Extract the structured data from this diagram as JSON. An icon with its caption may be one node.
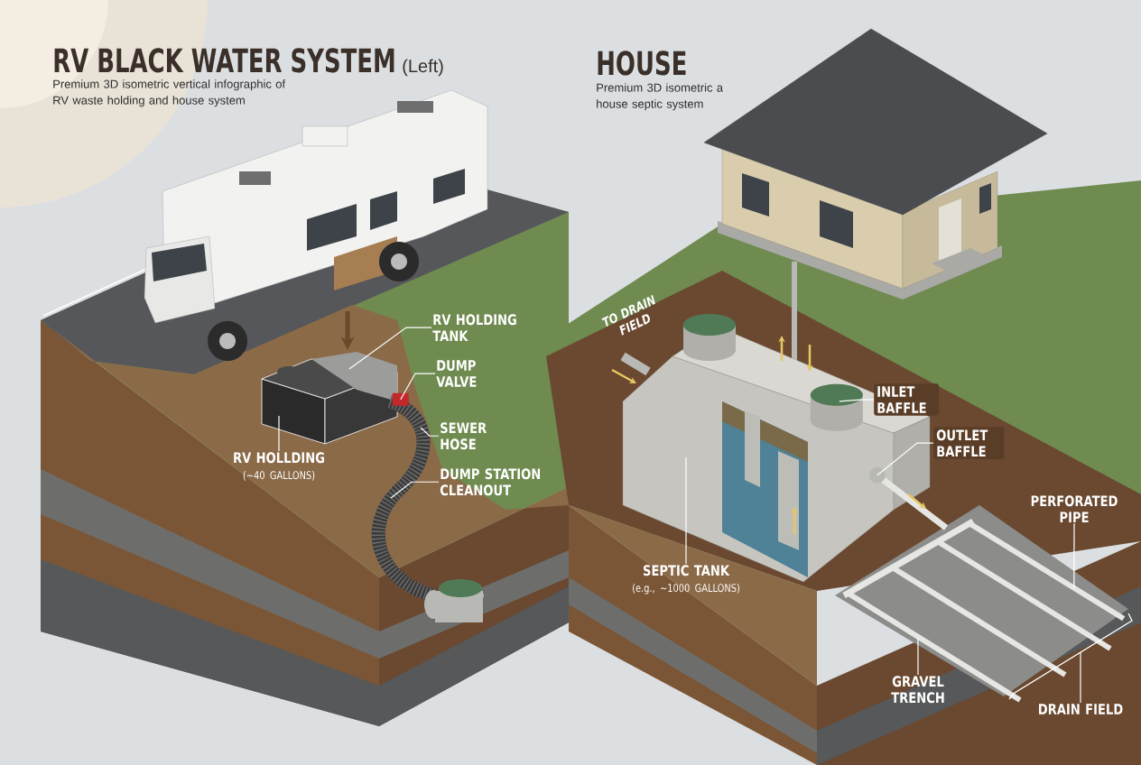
{
  "diagram": {
    "title": "RV BLACK WATER SYSTEM",
    "nodes": [
      {
        "text": [
          "RV HOLDING TANK"
        ]
      },
      {
        "text": [
          "DUMP VALVE"
        ]
      },
      {
        "text": [
          "SEWER HOSE"
        ]
      },
      {
        "text": [
          "DUMP STATION CLEANOUT"
        ]
      },
      {
        "text": [
          "RV HOLLDING",
          "(~40 GALLONS)"
        ]
      },
      {
        "text": [
          "INLET BAFFLE"
        ]
      },
      {
        "text": [
          "OUTLET BAFFLE"
        ]
      },
      {
        "text": [
          "SEPTIC TANK",
          "(e.g., ~1000 GALLONS)"
        ]
      },
      {
        "text": [
          "PERFORATED PIPE"
        ]
      },
      {
        "text": [
          "GRAVEL TRENCH"
        ]
      },
      {
        "text": [
          "DRAIN FIELD"
        ]
      },
      {
        "text": [],
        "shape": "box"
      },
      {
        "text": [],
        "shape": "picture"
      },
      {
        "text": [],
        "shape": "box",
        "in": 12
      },
      {
        "text": [],
        "shape": "picture"
      },
      {
        "text": [],
        "shape": "circle",
        "in": 14
      },
      {
        "text": [],
        "shape": "circle",
        "in": 14
      },
      {
        "text": [],
        "shape": "picture"
      },
      {
        "text": [],
        "shape": "bar",
        "in": 17
      },
      {
        "text": [],
        "shape": "bracket"
      }
    ],
    "edges": [
      {
        "from": 0,
        "to": 11,
        "arrow": "none"
      },
      {
        "from": 1,
        "to": 13,
        "arrow": "none"
      },
      {
        "from": 2,
        "to": 12,
        "arrow": "none"
      },
      {
        "from": 3,
        "to": 12,
        "arrow": "none"
      },
      {
        "from": 4,
        "to": 11,
        "arrow": "none"
      },
      {
        "from": 5,
        "to": 15,
        "arrow": "none"
      },
      {
        "from": 6,
        "to": 16,
        "arrow": "none"
      },
      {
        "from": 7,
        "to": 14,
        "arrow": "none"
      },
      {
        "from": 8,
        "to": 18,
        "arrow": "none"
      },
      {
        "from": 9,
        "to": 17,
        "arrow": "none"
      },
      {
        "from": 10,
        "to": 19,
        "arrow": "none"
      }
    ],
    "labels": [
      "(Left)",
      "Premium 3D isometric vertical infographic of RV waste holding and house system",
      "HOUSE",
      "Premium 3D isometric a house septic system",
      "TO DRAIN FIELD"
    ]
  }
}
